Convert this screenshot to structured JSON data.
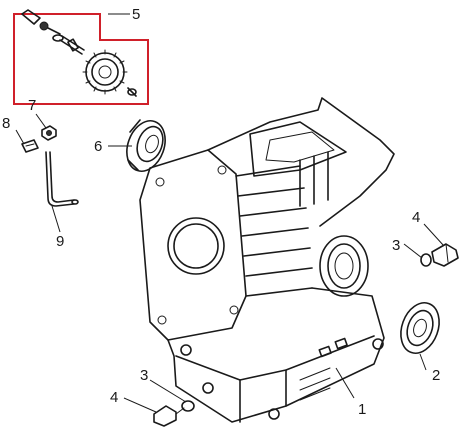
{
  "callouts": {
    "c1": "1",
    "c2": "2",
    "c3a": "3",
    "c3b": "3",
    "c4a": "4",
    "c4b": "4",
    "c5": "5",
    "c6": "6",
    "c7": "7",
    "c8": "8",
    "c9": "9"
  },
  "colors": {
    "highlight_box": "#d0202a",
    "line_art": "#1a1a1a",
    "background": "#ffffff"
  }
}
